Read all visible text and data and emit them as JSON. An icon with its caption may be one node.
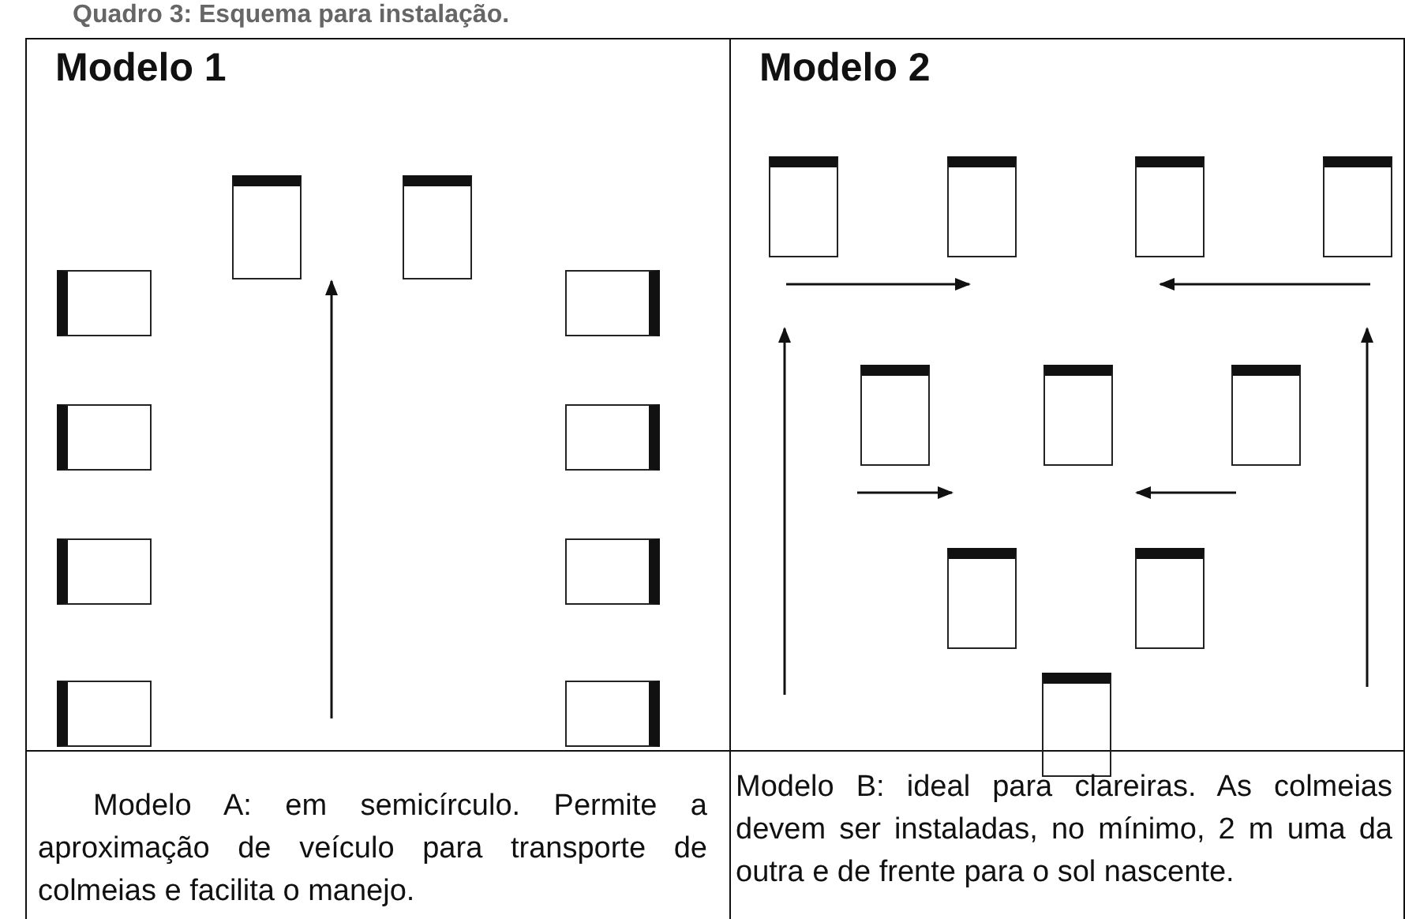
{
  "diagram": {
    "title": "Quadro 3: Esquema para instalação.",
    "nodes": [
      {
        "text": [
          "Modelo 1"
        ]
      },
      {
        "text": [],
        "shape": "box",
        "in": 0
      },
      {
        "text": [],
        "shape": "box",
        "in": 0
      },
      {
        "text": [],
        "shape": "box",
        "in": 0
      },
      {
        "text": [],
        "shape": "box",
        "in": 0
      },
      {
        "text": [],
        "shape": "box",
        "in": 0
      },
      {
        "text": [],
        "shape": "box",
        "in": 0
      },
      {
        "text": [],
        "shape": "box",
        "in": 0
      },
      {
        "text": [],
        "shape": "box",
        "in": 0
      },
      {
        "text": [],
        "shape": "box",
        "in": 0
      },
      {
        "text": [],
        "shape": "box",
        "in": 0
      },
      {
        "text": [
          "Modelo 2"
        ]
      },
      {
        "text": [],
        "shape": "box",
        "in": 11
      },
      {
        "text": [],
        "shape": "box",
        "in": 11
      },
      {
        "text": [],
        "shape": "box",
        "in": 11
      },
      {
        "text": [],
        "shape": "box",
        "in": 11
      },
      {
        "text": [],
        "shape": "box",
        "in": 11
      },
      {
        "text": [],
        "shape": "box",
        "in": 11
      },
      {
        "text": [],
        "shape": "box",
        "in": 11
      },
      {
        "text": [],
        "shape": "box",
        "in": 11
      },
      {
        "text": [],
        "shape": "box",
        "in": 11
      },
      {
        "text": [],
        "shape": "box"
      }
    ],
    "labels": [
      "Modelo A: em semicírculo. Permite a aproximação de veículo para transporte de colmeias e facilita o manejo.",
      "Modelo B: ideal para clareiras. As colmeias devem ser instaladas, no mínimo, 2 m uma da outra e de frente para o sol nascente."
    ]
  }
}
